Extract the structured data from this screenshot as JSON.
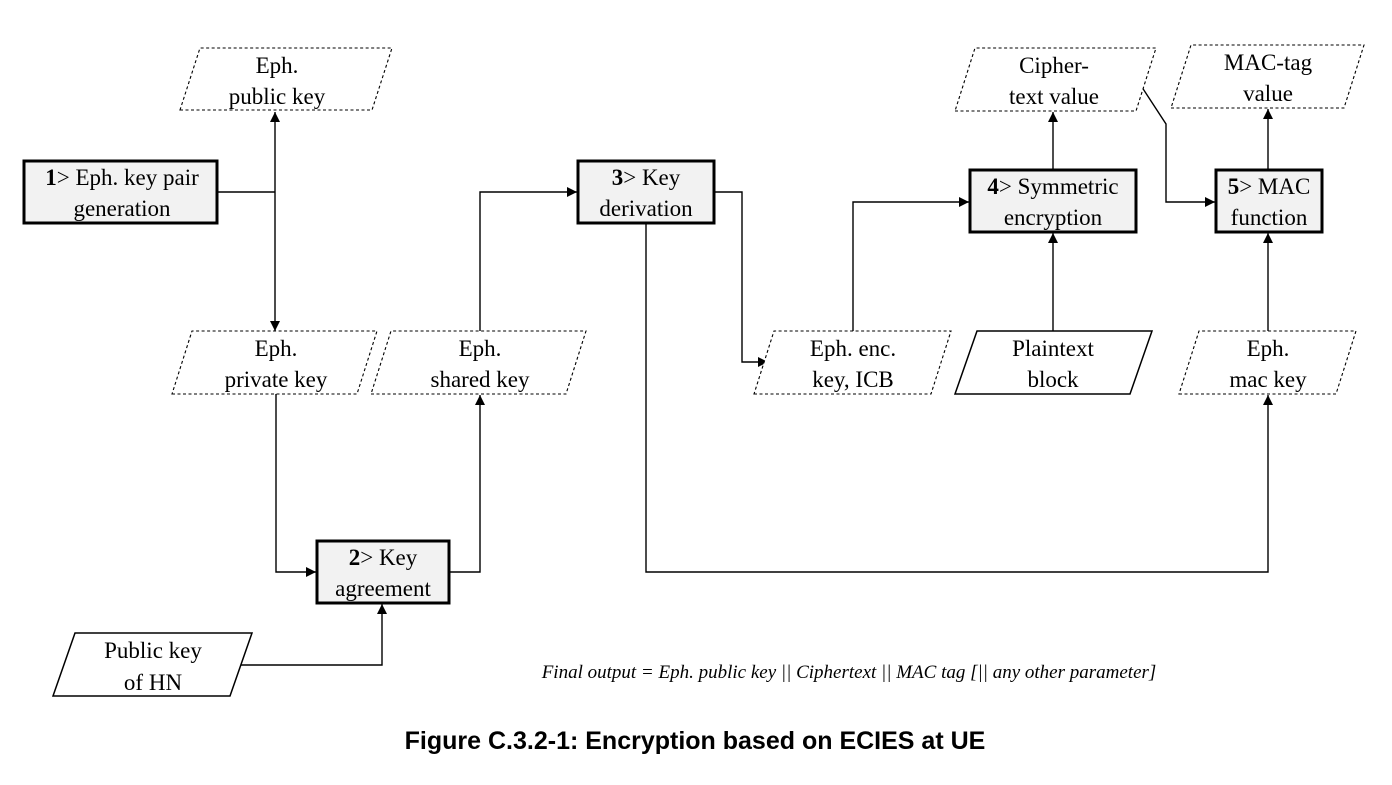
{
  "processes": {
    "p1": {
      "num": "1",
      "line1": "> Eph. key pair",
      "line2": "generation"
    },
    "p2": {
      "num": "2",
      "line1": "> Key",
      "line2": "agreement"
    },
    "p3": {
      "num": "3",
      "line1": "> Key",
      "line2": "derivation"
    },
    "p4": {
      "num": "4",
      "line1": "> Symmetric",
      "line2": "encryption"
    },
    "p5": {
      "num": "5",
      "line1": "> MAC",
      "line2": "function"
    }
  },
  "data_items": {
    "eph_public_key": {
      "line1": "Eph.",
      "line2": "public key"
    },
    "eph_private_key": {
      "line1": "Eph.",
      "line2": "private key"
    },
    "eph_shared_key": {
      "line1": "Eph.",
      "line2": "shared key"
    },
    "public_key_hn": {
      "line1": "Public key",
      "line2": "of HN"
    },
    "eph_enc_key": {
      "line1": "Eph. enc.",
      "line2": "key, ICB"
    },
    "plaintext_block": {
      "line1": "Plaintext",
      "line2": "block"
    },
    "eph_mac_key": {
      "line1": "Eph.",
      "line2": "mac key"
    },
    "ciphertext_value": {
      "line1": "Cipher-",
      "line2": "text value"
    },
    "mac_tag_value": {
      "line1": "MAC-tag",
      "line2": "value"
    }
  },
  "colors": {
    "plaintext_fill": "#cfe9fb",
    "process_fill": "#f2f2f2"
  },
  "final_output": "Final output = Eph. public key || Ciphertext || MAC tag [|| any other parameter]",
  "caption": "Figure C.3.2-1: Encryption based on ECIES at UE"
}
